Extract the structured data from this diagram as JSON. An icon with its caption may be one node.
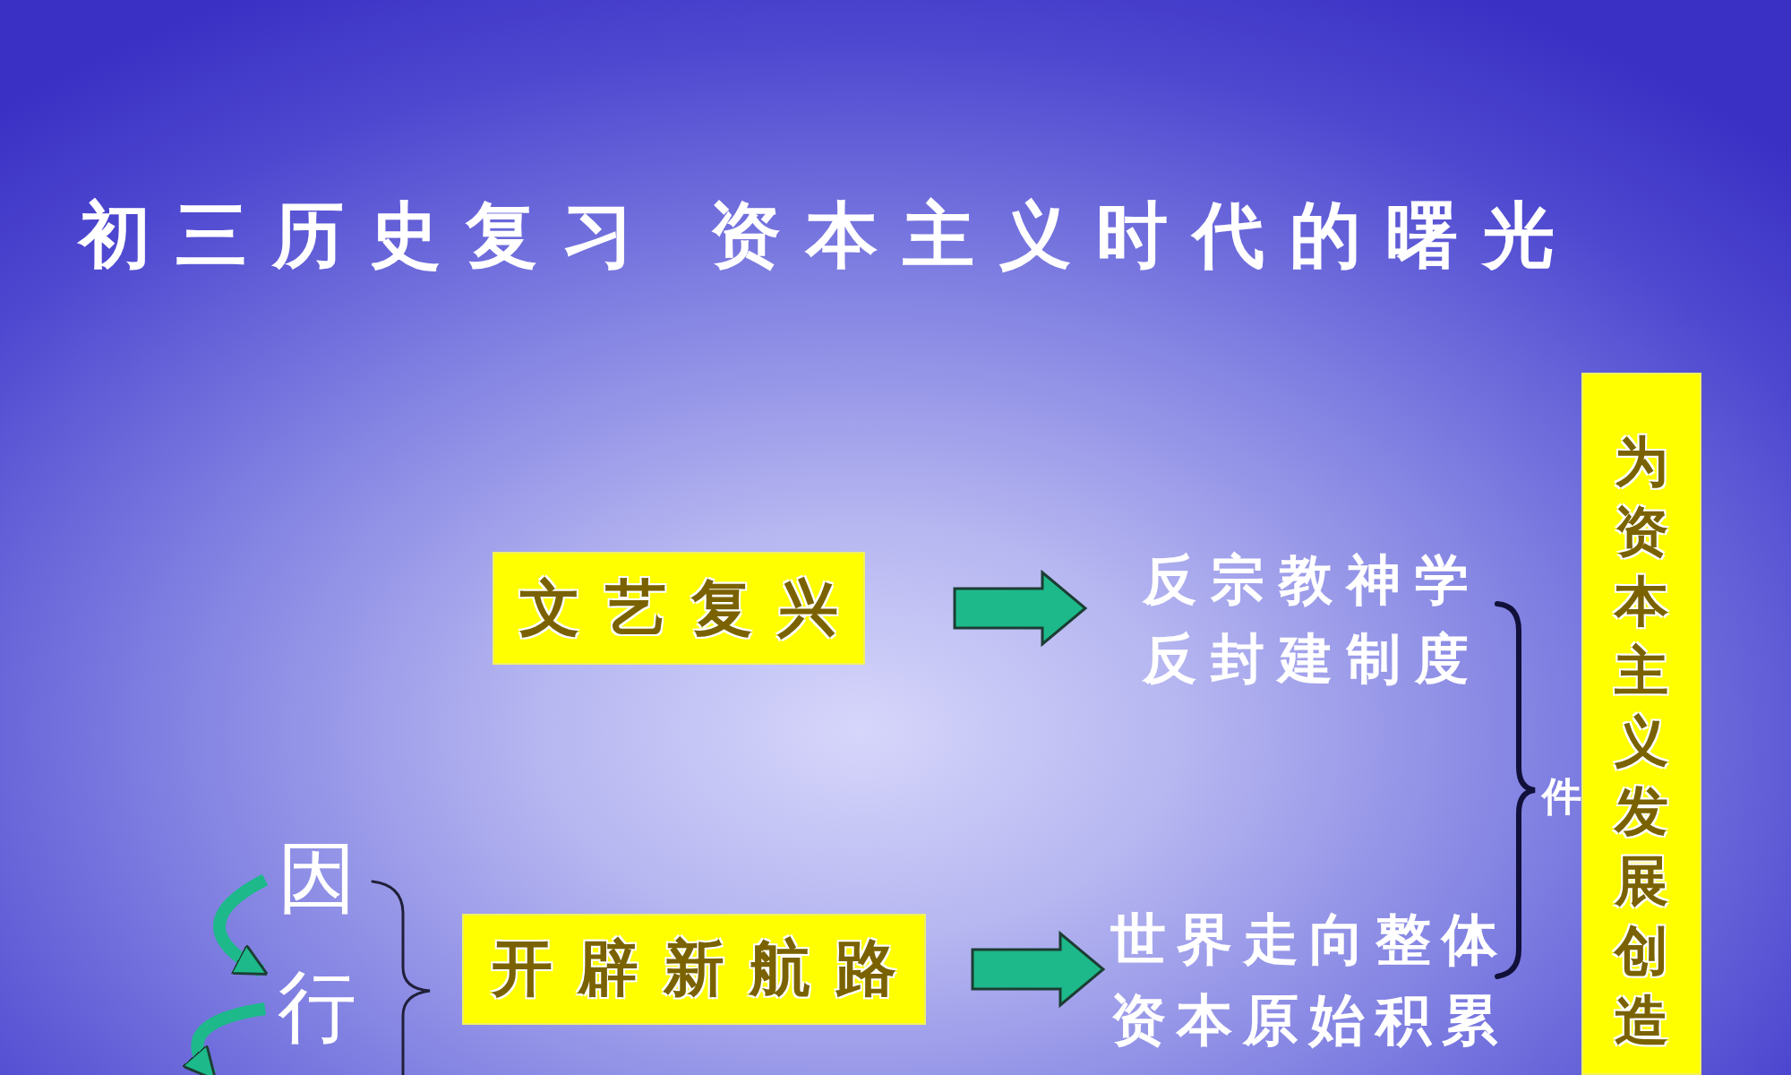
{
  "diagram": {
    "title": "初三历史复习 资本主义时代的曙光",
    "nodes": [
      {
        "text": [
          "文艺复兴"
        ]
      },
      {
        "text": [
          "反宗教神学",
          "反封建制度"
        ]
      },
      {
        "text": [
          "开辟新航路"
        ]
      },
      {
        "text": [
          "世界走向整体",
          "资本原始积累"
        ]
      },
      {
        "text": [
          "为资本主义发展创造"
        ]
      },
      {
        "text": [
          "因"
        ]
      },
      {
        "text": [
          "行"
        ]
      }
    ],
    "edges": [
      {
        "from": 0,
        "to": 1,
        "arrow": "to"
      },
      {
        "from": 2,
        "to": 3,
        "arrow": "to"
      },
      {
        "from": 5,
        "to": 6,
        "arrow": "to"
      },
      {
        "from": 6,
        "to": null,
        "arrow": "to"
      }
    ],
    "labels": [
      "件"
    ]
  }
}
